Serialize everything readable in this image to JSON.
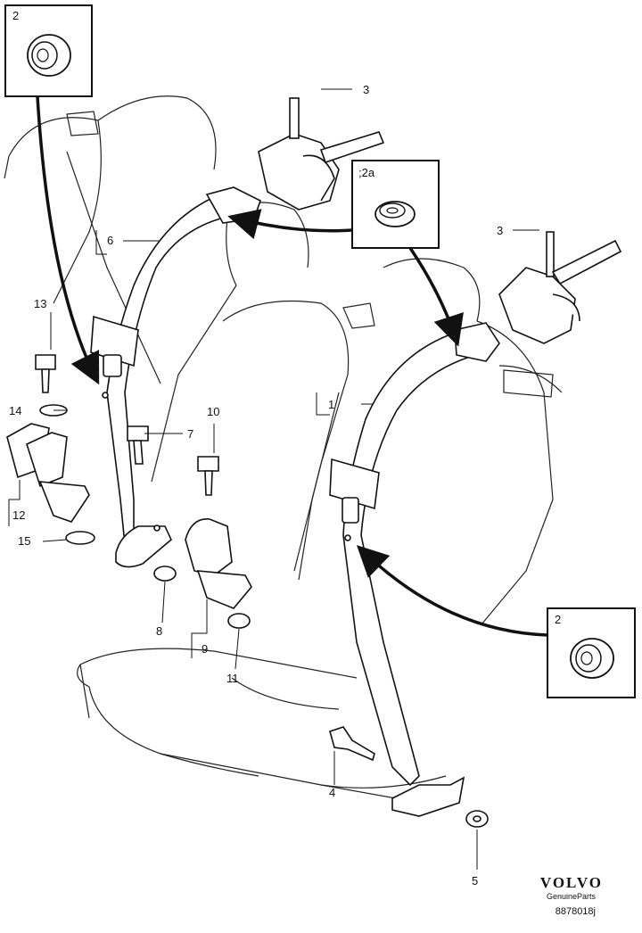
{
  "callouts": {
    "c1": "1",
    "c2_top": "2",
    "c2a": ";2a",
    "c2_right": "2",
    "c3_top": "3",
    "c3_right": "3",
    "c4": "4",
    "c5": "5",
    "c6": "6",
    "c7": "7",
    "c8": "8",
    "c9": "9",
    "c10": "10",
    "c11": "11",
    "c12": "12",
    "c13": "13",
    "c14": "14",
    "c15": "15"
  },
  "brand": {
    "name": "VOLVO",
    "sub": "GenuineParts",
    "code": "8878018j"
  }
}
